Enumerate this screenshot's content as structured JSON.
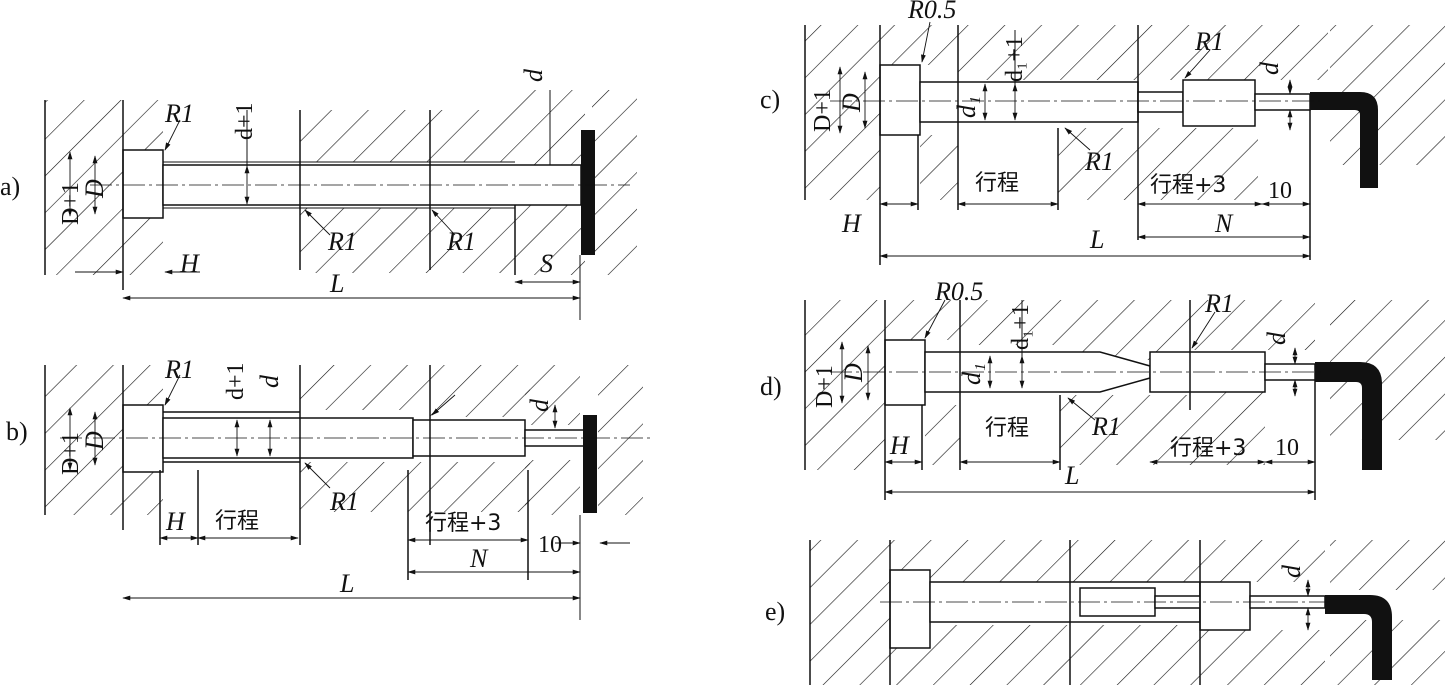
{
  "panels": {
    "a": {
      "label": "a)",
      "R_head": "R1",
      "d_plus": "d+1",
      "d": "d",
      "D_plus": "D+1",
      "D": "D",
      "R_mid1": "R1",
      "R_mid2": "R1",
      "H": "H",
      "L": "L",
      "S": "S"
    },
    "b": {
      "label": "b)",
      "R_head": "R1",
      "d_plus": "d+1",
      "d_mid": "d",
      "d_tip": "d",
      "D_plus": "D+1",
      "D": "D",
      "R_mid": "R1",
      "H": "H",
      "stroke": "行程",
      "stroke3": "行程+3",
      "N": "N",
      "ten": "10",
      "L": "L"
    },
    "c": {
      "label": "c)",
      "R05": "R0.5",
      "d1_plus": "d₁+1",
      "d1": "d₁",
      "d_tip": "d",
      "D_plus": "D+1",
      "D": "D",
      "R_top": "R1",
      "R_bot": "R1",
      "H": "H",
      "stroke": "行程",
      "stroke3": "行程+3",
      "N": "N",
      "ten": "10",
      "L": "L"
    },
    "d": {
      "label": "d)",
      "R05": "R0.5",
      "d1_plus": "d₁+1",
      "d1": "d₁",
      "d_tip": "d",
      "D_plus": "D+1",
      "D": "D",
      "R_top": "R1",
      "R_bot": "R1",
      "H": "H",
      "stroke": "行程",
      "stroke3": "行程+3",
      "ten": "10",
      "L": "L"
    },
    "e": {
      "label": "e)",
      "d_tip": "d"
    }
  }
}
